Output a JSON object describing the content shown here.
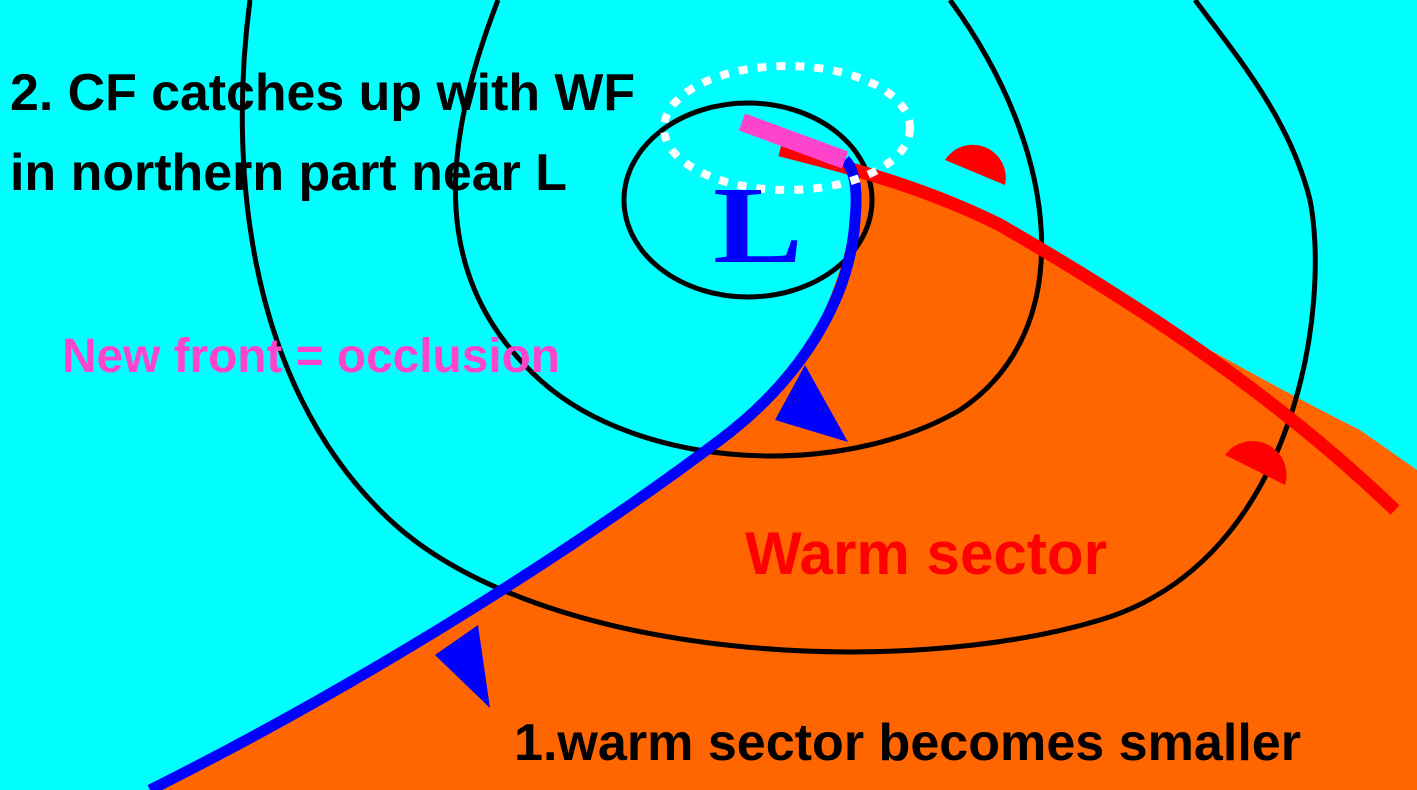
{
  "colors": {
    "background": "#00ffff",
    "warm_sector": "#ff6600",
    "cold_front": "#0000ff",
    "warm_front": "#ff0000",
    "occlusion": "#ff44cc",
    "isobar": "#000000",
    "highlight_ring": "#ffffff",
    "text": "#000000"
  },
  "labels": {
    "step2_line1": "2. CF catches up with WF",
    "step2_line2": "in northern part near L",
    "occlusion": "New front = occlusion",
    "low": "L",
    "warm_sector": "Warm sector",
    "step1": "1.warm sector becomes smaller"
  },
  "icons": {
    "cold_front_symbol": "blue-triangle",
    "warm_front_symbol": "red-semicircle",
    "highlight": "dotted-ellipse"
  }
}
